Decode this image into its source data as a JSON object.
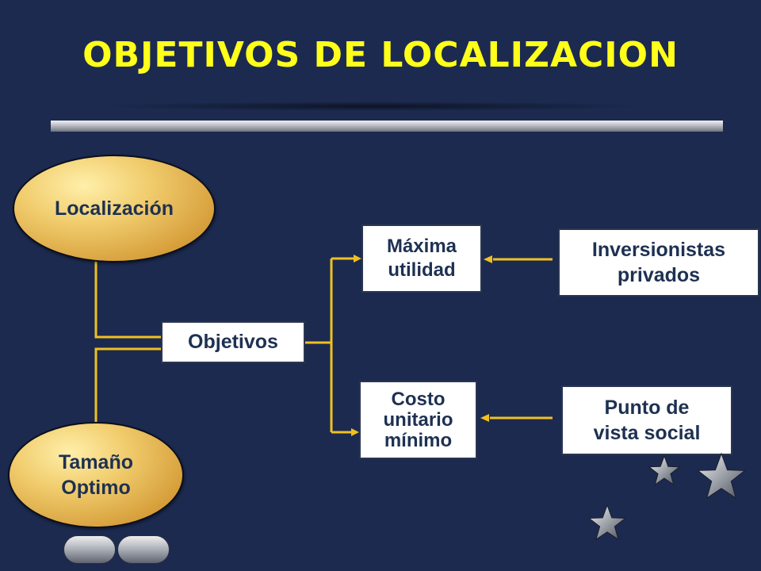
{
  "title": "OBJETIVOS DE LOCALIZACION",
  "nodes": {
    "localizacion": "Localización",
    "tamano": [
      "Tamaño",
      "Optimo"
    ],
    "objetivos": "Objetivos",
    "maxima_utilidad": [
      "Máxima",
      "utilidad"
    ],
    "costo_minimo": [
      "Costo",
      "unitario",
      "mínimo"
    ],
    "inversionistas": [
      "Inversionistas",
      "privados"
    ],
    "punto_vista": [
      "Punto de",
      "vista social"
    ]
  },
  "colors": {
    "background": "#1c2a50",
    "title": "#ffff1a",
    "connector": "#f0c020",
    "node_text": "#1e3152",
    "ellipse_fill": "#e2b455"
  },
  "icons": [
    "star-icon",
    "star-icon",
    "star-icon",
    "prev-arrow-icon",
    "next-arrow-icon"
  ]
}
